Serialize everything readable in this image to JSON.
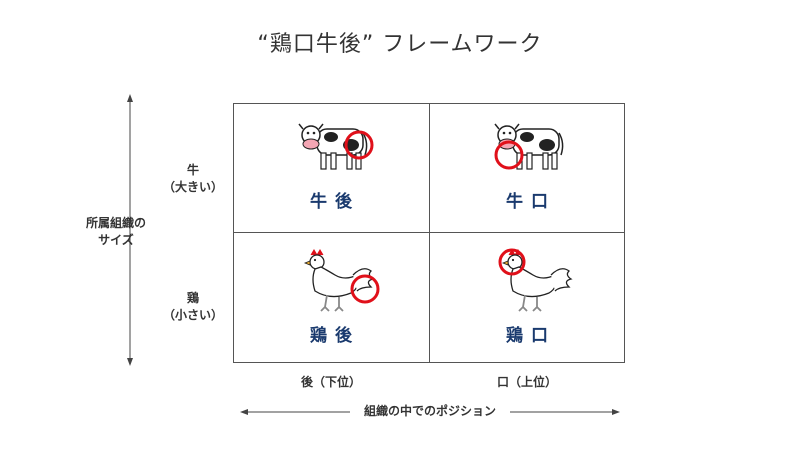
{
  "title": "“鶏口牛後” フレームワーク",
  "y_axis": {
    "label_line1": "所属組織の",
    "label_line2": "サイズ"
  },
  "x_axis": {
    "label": "組織の中でのポジション"
  },
  "rows": [
    {
      "label_line1": "牛",
      "label_line2": "（大きい）"
    },
    {
      "label_line1": "鶏",
      "label_line2": "（小さい）"
    }
  ],
  "columns": [
    {
      "label": "後（下位）"
    },
    {
      "label": "口（上位）"
    }
  ],
  "cells": {
    "cow_tail": {
      "label": "牛後",
      "animal": "cow-icon",
      "highlight": "tail"
    },
    "cow_head": {
      "label": "牛口",
      "animal": "cow-icon",
      "highlight": "head"
    },
    "chicken_tail": {
      "label": "鶏後",
      "animal": "chicken-icon",
      "highlight": "tail"
    },
    "chicken_head": {
      "label": "鶏口",
      "animal": "chicken-icon",
      "highlight": "head"
    }
  },
  "colors": {
    "cell_label": "#1a3a6e",
    "highlight_circle": "#e0101a",
    "grid_line": "#555555"
  }
}
